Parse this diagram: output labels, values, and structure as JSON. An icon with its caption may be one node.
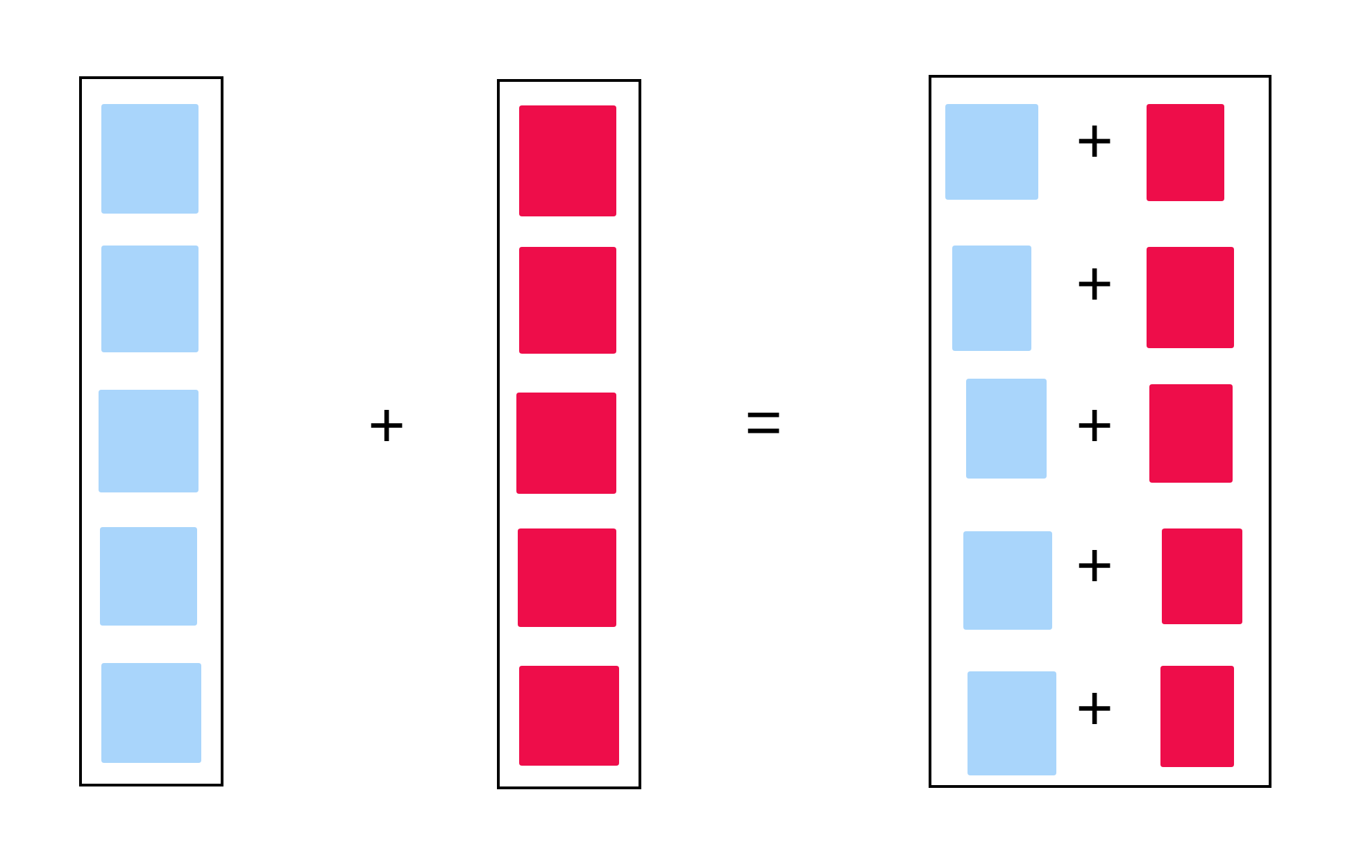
{
  "diagram": {
    "nodes": [
      {
        "text": [],
        "shape": "box"
      },
      {
        "text": [],
        "shape": "square",
        "in": 0
      },
      {
        "text": [],
        "shape": "square",
        "in": 0
      },
      {
        "text": [],
        "shape": "square",
        "in": 0
      },
      {
        "text": [],
        "shape": "square",
        "in": 0
      },
      {
        "text": [],
        "shape": "square",
        "in": 0
      },
      {
        "text": [],
        "shape": "box"
      },
      {
        "text": [],
        "shape": "square",
        "in": 6
      },
      {
        "text": [],
        "shape": "square",
        "in": 6
      },
      {
        "text": [],
        "shape": "square",
        "in": 6
      },
      {
        "text": [],
        "shape": "square",
        "in": 6
      },
      {
        "text": [],
        "shape": "square",
        "in": 6
      },
      {
        "text": [],
        "shape": "box"
      },
      {
        "text": [],
        "shape": "square",
        "in": 12
      },
      {
        "text": [],
        "shape": "square",
        "in": 12
      },
      {
        "text": [],
        "shape": "square",
        "in": 12
      },
      {
        "text": [],
        "shape": "square",
        "in": 12
      },
      {
        "text": [],
        "shape": "square",
        "in": 12
      },
      {
        "text": [],
        "shape": "square",
        "in": 12
      },
      {
        "text": [],
        "shape": "square",
        "in": 12
      },
      {
        "text": [],
        "shape": "square",
        "in": 12
      },
      {
        "text": [],
        "shape": "square",
        "in": 12
      },
      {
        "text": [],
        "shape": "square",
        "in": 12
      }
    ],
    "labels": [
      "+",
      "=",
      "+",
      "+",
      "+",
      "+",
      "+"
    ]
  }
}
